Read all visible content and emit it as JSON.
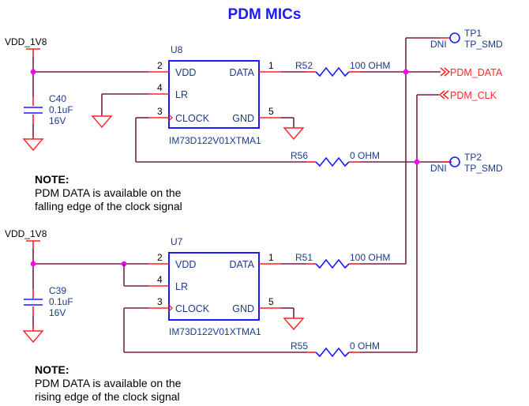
{
  "title": "PDM MICs",
  "power_net": "VDD_1V8",
  "mics": [
    {
      "ref": "U8",
      "part": "IM73D122V01XTMA1",
      "pins": {
        "vdd": {
          "num": "2",
          "name": "VDD"
        },
        "lr": {
          "num": "4",
          "name": "LR"
        },
        "clock": {
          "num": "3",
          "name": "CLOCK"
        },
        "data": {
          "num": "1",
          "name": "DATA"
        },
        "gnd": {
          "num": "5",
          "name": "GND"
        }
      },
      "cap": {
        "ref": "C40",
        "value": "0.1uF",
        "voltage": "16V"
      },
      "data_res": {
        "ref": "R52",
        "value": "100 OHM"
      },
      "clk_res": {
        "ref": "R56",
        "value": "0 OHM"
      },
      "lr_connection": "GND",
      "note": {
        "heading": "NOTE:",
        "line1": "PDM DATA is available on the",
        "line2": "falling edge of the clock signal"
      }
    },
    {
      "ref": "U7",
      "part": "IM73D122V01XTMA1",
      "pins": {
        "vdd": {
          "num": "2",
          "name": "VDD"
        },
        "lr": {
          "num": "4",
          "name": "LR"
        },
        "clock": {
          "num": "3",
          "name": "CLOCK"
        },
        "data": {
          "num": "1",
          "name": "DATA"
        },
        "gnd": {
          "num": "5",
          "name": "GND"
        }
      },
      "cap": {
        "ref": "C39",
        "value": "0.1uF",
        "voltage": "16V"
      },
      "data_res": {
        "ref": "R51",
        "value": "100 OHM"
      },
      "clk_res": {
        "ref": "R55",
        "value": "0 OHM"
      },
      "lr_connection": "VDD_1V8",
      "note": {
        "heading": "NOTE:",
        "line1": "PDM DATA is available on the",
        "line2": "rising edge of the clock signal"
      }
    }
  ],
  "ports": {
    "data": "PDM_DATA",
    "clk": "PDM_CLK"
  },
  "test_points": [
    {
      "ref": "TP1",
      "footprint": "TP_SMD",
      "flag": "DNI",
      "net": "PDM_DATA"
    },
    {
      "ref": "TP2",
      "footprint": "TP_SMD",
      "flag": "DNI",
      "net": "PDM_CLK"
    }
  ],
  "colors": {
    "wire": "#7a1f4a",
    "pin": "#ff2020",
    "component": "#1a1aff",
    "junction": "#ff00ff",
    "port": "#ff2a2a"
  }
}
